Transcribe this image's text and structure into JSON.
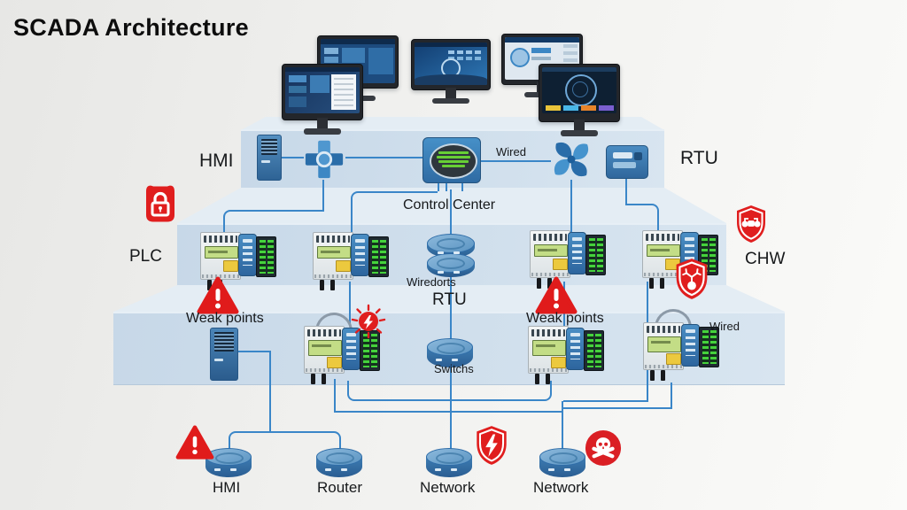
{
  "title": "SCADA Architecture",
  "labels": {
    "hmi_top": "HMI",
    "wired_top": "Wired",
    "rtu_top": "RTU",
    "control_center": "Control Center",
    "plc": "PLC",
    "chw": "CHW",
    "wiredorts": "Wiredorts",
    "rtu_mid": "RTU",
    "weak_points_left": "Weak points",
    "weak_points_right": "Weak points",
    "switchs": "Switchs",
    "wired_right": "Wired"
  },
  "bottom_row": [
    {
      "label": "HMI"
    },
    {
      "label": "Router"
    },
    {
      "label": "Network"
    },
    {
      "label": "Network"
    }
  ],
  "colors": {
    "wire_blue": "#3a86c8",
    "alert_red": "#e01e1e",
    "device_blue": "#3b84c2",
    "platform_blue": "#cfdfec",
    "lcd_green": "#c3dd86",
    "led_green": "#45d23c"
  }
}
